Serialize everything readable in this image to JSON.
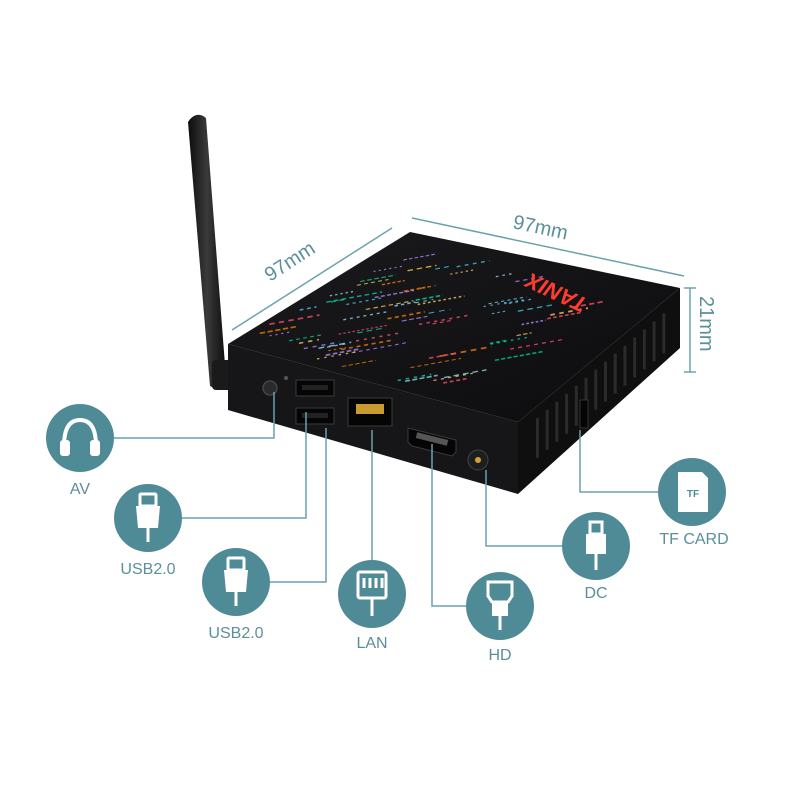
{
  "colors": {
    "accent": "#4f8b97",
    "line": "#6aa2ad",
    "device_body": "#111111",
    "background": "#ffffff"
  },
  "brand_logo": "TANIX",
  "dimensions": {
    "depth": "97mm",
    "width": "97mm",
    "height": "21mm"
  },
  "ports": [
    {
      "id": "av",
      "label": "AV",
      "icon": "headphones-icon"
    },
    {
      "id": "usb1",
      "label": "USB2.0",
      "icon": "usb-plug-icon"
    },
    {
      "id": "usb2",
      "label": "USB2.0",
      "icon": "usb-plug-icon"
    },
    {
      "id": "lan",
      "label": "LAN",
      "icon": "ethernet-plug-icon"
    },
    {
      "id": "hd",
      "label": "HD",
      "icon": "hdmi-plug-icon"
    },
    {
      "id": "dc",
      "label": "DC",
      "icon": "dc-plug-icon"
    },
    {
      "id": "tf",
      "label": "TF CARD",
      "icon": "tf-card-icon"
    }
  ]
}
